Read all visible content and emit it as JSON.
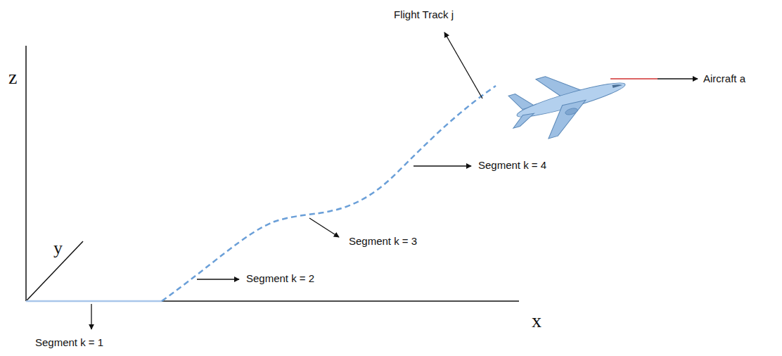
{
  "diagram": {
    "labels": [
      "Flight Track j",
      "Aircraft a",
      "z",
      "Segment k = 4",
      "Segment k = 3",
      "y",
      "Segment k = 2",
      "x",
      "Segment k = 1"
    ]
  }
}
